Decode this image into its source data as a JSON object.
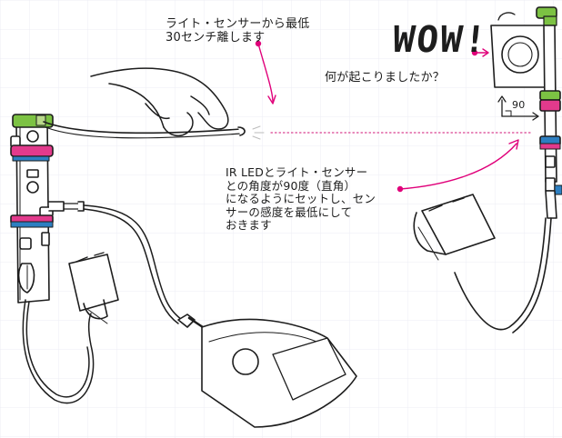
{
  "annotations": {
    "distance_note": "ライト・センサーから最低\n30センチ離します",
    "wow": "WOW!",
    "question": "何が起こりましたか？",
    "angle_value": "90",
    "setup_note": "IR LEDとライト・センサー\nとの角度が90度（直角）\nになるようにセットし、セン\nサーの感度を最低にして\nおきます"
  },
  "colors": {
    "accent_arrow": "#e0007a",
    "beam": "#d94090",
    "band_green": "#7cc243",
    "band_magenta": "#e23a8c",
    "band_blue": "#2d7fc1",
    "band_red": "#d8433f",
    "grid": "#eceef4",
    "ink": "#1d1d1d"
  },
  "icons": [
    "ir-led-icon",
    "light-sensor-icon",
    "battery-icon",
    "hand-icon",
    "speaker-icon"
  ]
}
